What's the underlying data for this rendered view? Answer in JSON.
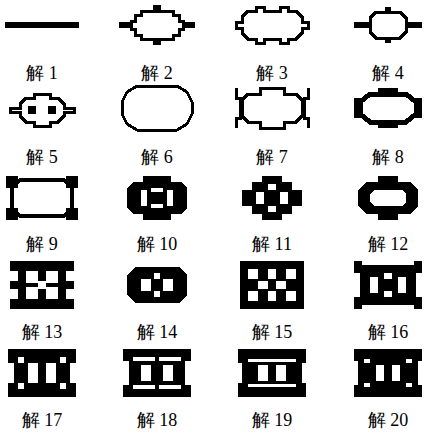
{
  "diagram": {
    "labels": [
      "解 1",
      "解 2",
      "解 3",
      "解 4",
      "解 5",
      "解 6",
      "解 7",
      "解 8",
      "解 9",
      "解 10",
      "解 11",
      "解 12",
      "解 13",
      "解 14",
      "解 15",
      "解 16",
      "解 17",
      "解 18",
      "解 19",
      "解 20"
    ]
  }
}
